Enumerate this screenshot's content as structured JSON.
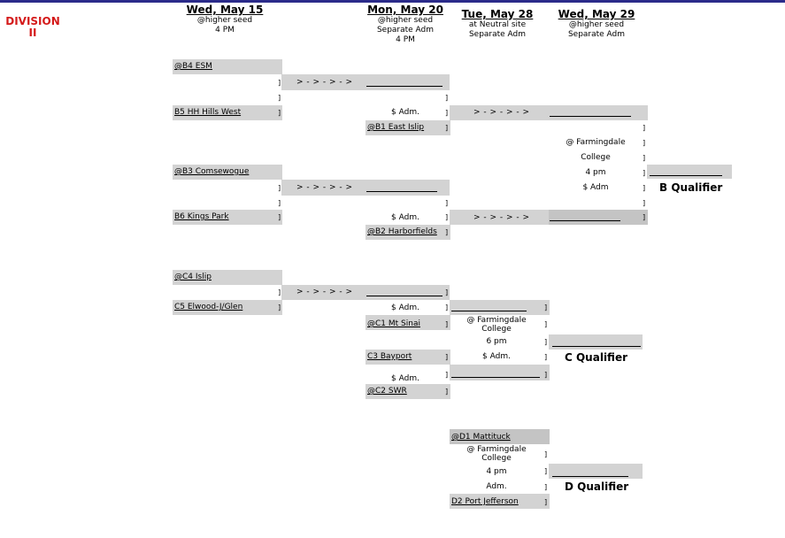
{
  "division": {
    "line1": "DIVISION",
    "line2": "II"
  },
  "headers": [
    {
      "day": "Wed, May 15",
      "l1": "@higher seed",
      "l2": "4 PM",
      "l3": ""
    },
    {
      "day": "Mon, May 20",
      "l1": "@higher seed",
      "l2": "Separate Adm",
      "l3": "4 PM"
    },
    {
      "day": "Tue, May 28",
      "l1": "at Neutral site",
      "l2": "Separate Adm",
      "l3": ""
    },
    {
      "day": "Wed, May 29",
      "l1": "@higher seed",
      "l2": "Separate Adm",
      "l3": ""
    }
  ],
  "teams": {
    "b4": "@B4  ESM",
    "b5": "B5  HH Hills West",
    "b1": "@B1  East Islip",
    "b3": "@B3  Comsewogue",
    "b6": "B6   Kings Park",
    "b2": "@B2   Harborfields",
    "c4": "@C4  Islip",
    "c5": "C5 Elwood-J/Glen",
    "c1": "@C1  Mt Sinai",
    "c3": "C3   Bayport",
    "c2": "@C2  SWR    ",
    "d1": "@D1  Mattituck",
    "d2": "D2  Port Jefferson"
  },
  "arrow": "> - > - > - >",
  "adm": "$ Adm.",
  "adm_plain": "Adm.",
  "adm_b": "$ Adm",
  "bracket": "]",
  "venue_b": {
    "l1": "@ Farmingdale",
    "l2": "College",
    "l3": "4 pm"
  },
  "venue_c": {
    "l1": "@ Farmingdale",
    "l2": "College",
    "l3": "6 pm"
  },
  "venue_d": {
    "l1": "@ Farmingdale",
    "l2": "College",
    "l3": "4 pm"
  },
  "qualifiers": {
    "b": "B Qualifier",
    "c": "C Qualifier",
    "d": "D Qualifier"
  }
}
